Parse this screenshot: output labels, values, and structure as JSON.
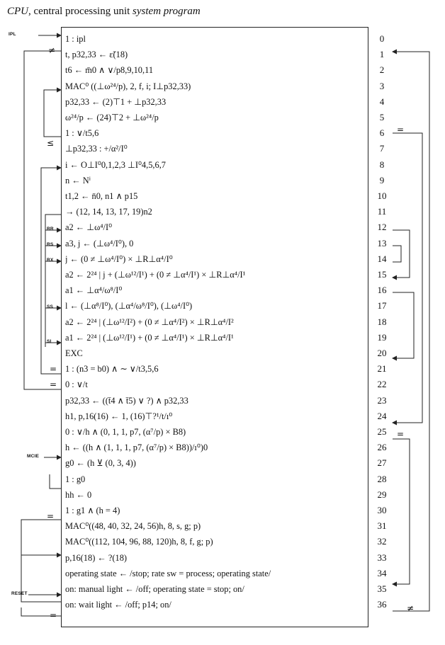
{
  "title": {
    "abbr": "CPU",
    "rest": ", central processing unit ",
    "tail": "system program"
  },
  "side_labels": {
    "ipl": "IPL",
    "rr": "RR",
    "rs": "RS",
    "rx": "RX",
    "ss": "SS",
    "si": "SI",
    "mcie": "MCIE",
    "reset": "RESET"
  },
  "marks": {
    "ne": "≠",
    "le": "≤",
    "eq": "="
  },
  "lines": [
    {
      "n": "0",
      "text": "1 : ipl"
    },
    {
      "n": "1",
      "text": "t, p32,33 ← ε̃(18)"
    },
    {
      "n": "2",
      "text": "t6 ← m̄0 ∧ ∨/p8,9,10,11"
    },
    {
      "n": "3",
      "text": "MAC⁰ ((⊥ω²⁴/p), 2, f, i; I⊥p32,33)"
    },
    {
      "n": "4",
      "text": "p32,33 ← (2)⊤1 + ⊥p32,33"
    },
    {
      "n": "5",
      "text": "ω²⁴/p ← (24)⊤2 + ⊥ω²⁴/p"
    },
    {
      "n": "6",
      "text": "1 : ∨/t5,6"
    },
    {
      "n": "7",
      "text": "⊥p32,33 : +/α²/I⁰"
    },
    {
      "n": "8",
      "text": "i ← O⊥I⁰0,1,2,3 ⊥I⁰4,5,6,7"
    },
    {
      "n": "9",
      "text": "n ← Nⁱ"
    },
    {
      "n": "10",
      "text": "t1,2 ← n̄0, n1 ∧ p15"
    },
    {
      "n": "11",
      "text": "→ (12, 14, 13, 17, 19)n2"
    },
    {
      "n": "12",
      "text": "a2 ← ⊥ω⁴/I⁰"
    },
    {
      "n": "13",
      "text": "a3, j ← (⊥ω⁴/I⁰), 0"
    },
    {
      "n": "14",
      "text": "j ← (0 ≠ ⊥ω⁴/I⁰) × ⊥R⊥α⁴/I⁰"
    },
    {
      "n": "15",
      "text": "a2 ← 2²⁴ | j + (⊥ω¹²/I¹) + (0 ≠ ⊥α⁴/I¹) × ⊥R⊥α⁴/I¹"
    },
    {
      "n": "16",
      "text": "a1 ← ⊥α⁴/ω⁸/I⁰"
    },
    {
      "n": "17",
      "text": "l ← (⊥α⁸/I⁰), (⊥α⁴/ω⁸/I⁰), (⊥ω⁴/I⁰)"
    },
    {
      "n": "18",
      "text": "a2 ← 2²⁴ | (⊥ω¹²/I²) + (0 ≠ ⊥α⁴/I²) × ⊥R⊥α⁴/I²"
    },
    {
      "n": "19",
      "text": "a1 ← 2²⁴ | (⊥ω¹²/I¹) + (0 ≠ ⊥α⁴/I¹) × ⊥R⊥α⁴/I¹"
    },
    {
      "n": "20",
      "text": "EXC"
    },
    {
      "n": "21",
      "text": "1 : (n3 = b0) ∧ ∼ ∨/t3,5,6"
    },
    {
      "n": "22",
      "text": "0 : ∨/t"
    },
    {
      "n": "23",
      "text": "p32,33 ← ((t̄4 ∧ t̄5) ∨ ?) ∧ p32,33"
    },
    {
      "n": "24",
      "text": "h1, p,16(16) ← 1, (16)⊤?¹/t/ı⁰"
    },
    {
      "n": "25",
      "text": "0 : ∨/h ∧ (0, 1, 1, p7, (α⁷/p) × B8)"
    },
    {
      "n": "26",
      "text": "h ← ((h ∧ (1, 1, 1, p7, (α⁷/p) × B8))/ı⁰)0"
    },
    {
      "n": "27",
      "text": "g0 ← (h ⊻ (0, 3, 4))"
    },
    {
      "n": "28",
      "text": "1 : g0"
    },
    {
      "n": "29",
      "text": "hh ← 0"
    },
    {
      "n": "30",
      "text": "1 : g1 ∧ (h = 4)"
    },
    {
      "n": "31",
      "text": "MAC⁰((48, 40, 32, 24, 56)h, 8, s, g; p)"
    },
    {
      "n": "32",
      "text": "MAC⁰((112, 104, 96, 88, 120)h, 8, f, g; p)"
    },
    {
      "n": "33",
      "text": "p,16(18) ← ?(18)"
    },
    {
      "n": "34",
      "text": "operating state ← /stop; rate sw = process; operating state/"
    },
    {
      "n": "35",
      "text": "on: manual light ← /off; operating state = stop; on/"
    },
    {
      "n": "36",
      "text": "on: wait light ← /off; p14; on/"
    }
  ]
}
